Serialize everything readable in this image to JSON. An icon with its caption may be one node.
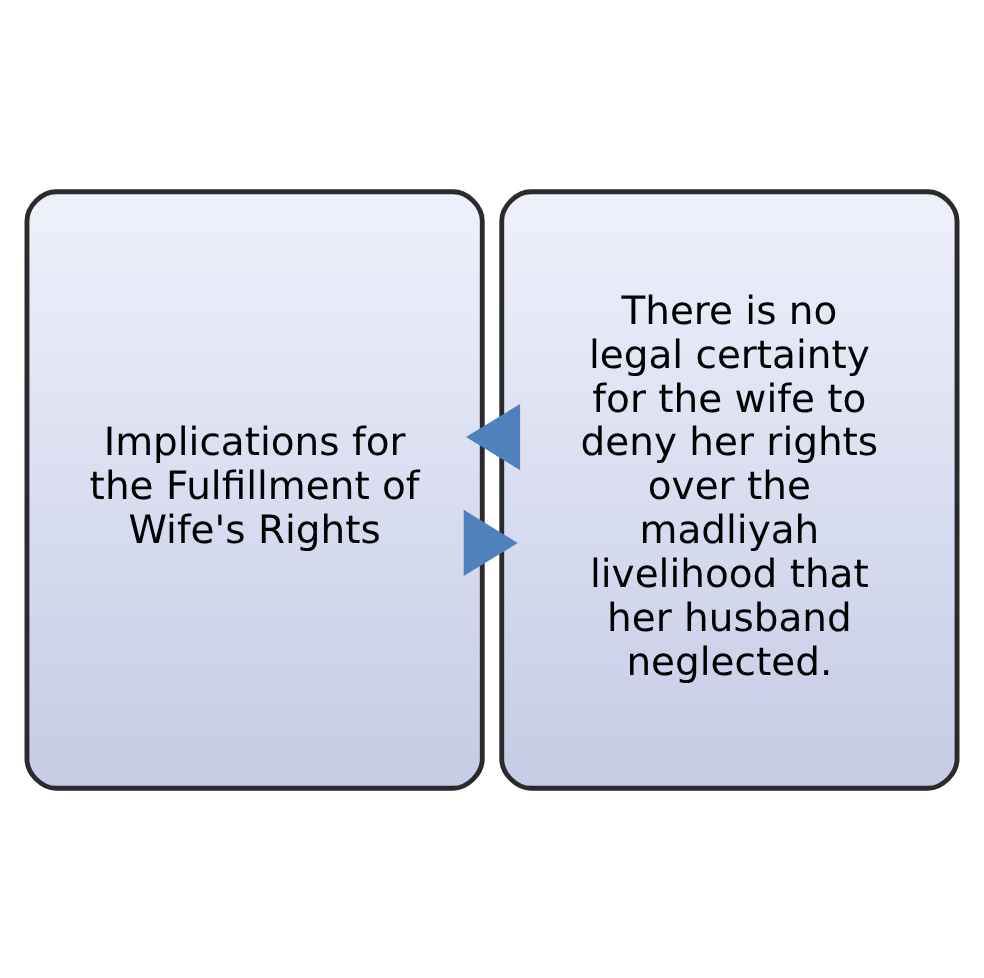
{
  "diagram": {
    "nodes": [
      {
        "text": [
          "Implications for the Fulfillment of Wife's Rights"
        ]
      },
      {
        "text": [
          "There is no legal certainty for the wife to deny her rights over the madliyah livelihood that her husband neglected."
        ]
      }
    ],
    "edges": [
      {
        "from": 0,
        "to": 1,
        "arrow": "to",
        "style": "thick"
      },
      {
        "from": 1,
        "to": 0,
        "arrow": "to",
        "style": "thick"
      }
    ]
  }
}
